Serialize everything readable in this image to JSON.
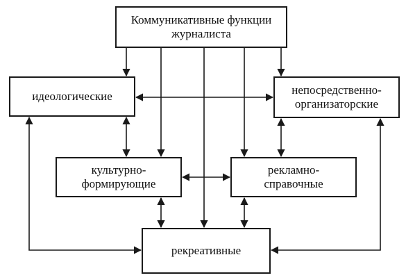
{
  "diagram": {
    "root": {
      "line1": "Коммуникативные функции",
      "line2": "журналиста"
    },
    "ideological": {
      "label": "идеологические"
    },
    "organizational": {
      "line1": "непосредственно-",
      "line2": "организаторские"
    },
    "cultural": {
      "line1": "культурно-",
      "line2": "формирующие"
    },
    "advertising": {
      "line1": "рекламно-",
      "line2": "справочные"
    },
    "recreational": {
      "label": "рекреативные"
    }
  },
  "colors": {
    "line": "#1a1a1a",
    "text": "#111111",
    "background": "#ffffff"
  }
}
